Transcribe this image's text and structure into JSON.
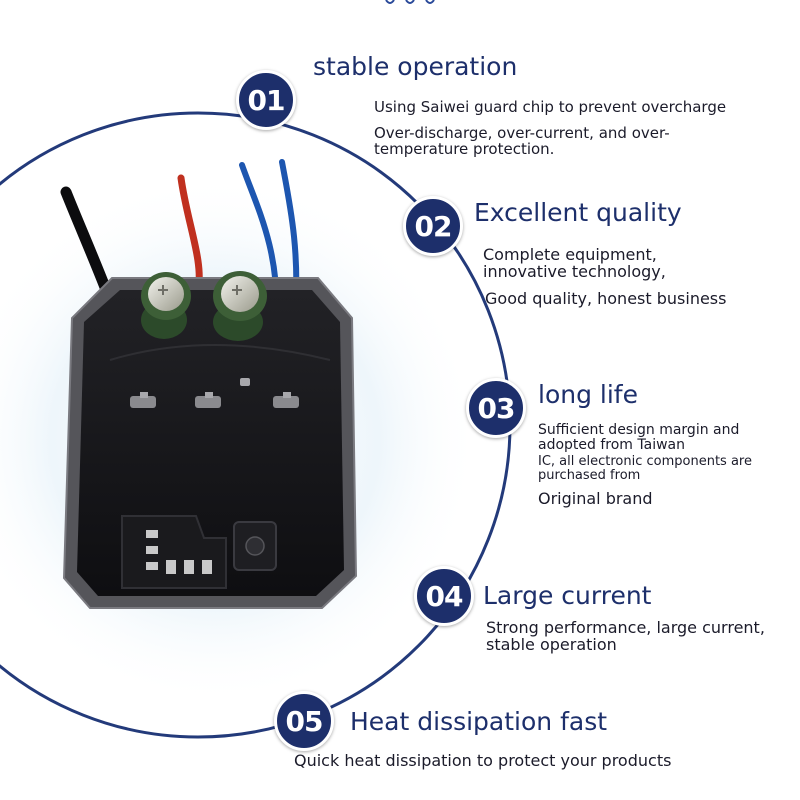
{
  "features": [
    {
      "number": "01",
      "title": "stable operation",
      "lines": [
        "Using Saiwei guard chip to prevent overcharge",
        "Over-discharge, over-current, and over-",
        "temperature protection."
      ]
    },
    {
      "number": "02",
      "title": "Excellent quality",
      "lines": [
        "Complete equipment,",
        "innovative technology,",
        "Good quality, honest business"
      ]
    },
    {
      "number": "03",
      "title": "long life",
      "lines": [
        "Sufficient design margin and",
        "adopted from Taiwan",
        "IC, all electronic components are",
        "purchased from",
        "Original brand"
      ]
    },
    {
      "number": "04",
      "title": "Large current",
      "lines": [
        "Strong performance, large current,",
        "stable operation"
      ]
    },
    {
      "number": "05",
      "title": "Heat dissipation fast",
      "lines": [
        "Quick heat dissipation to protect your products"
      ]
    }
  ],
  "colors": {
    "accent": "#1d2f6b",
    "arc": "#233a7a",
    "text": "#1b1b2a",
    "background": "#ffffff"
  }
}
